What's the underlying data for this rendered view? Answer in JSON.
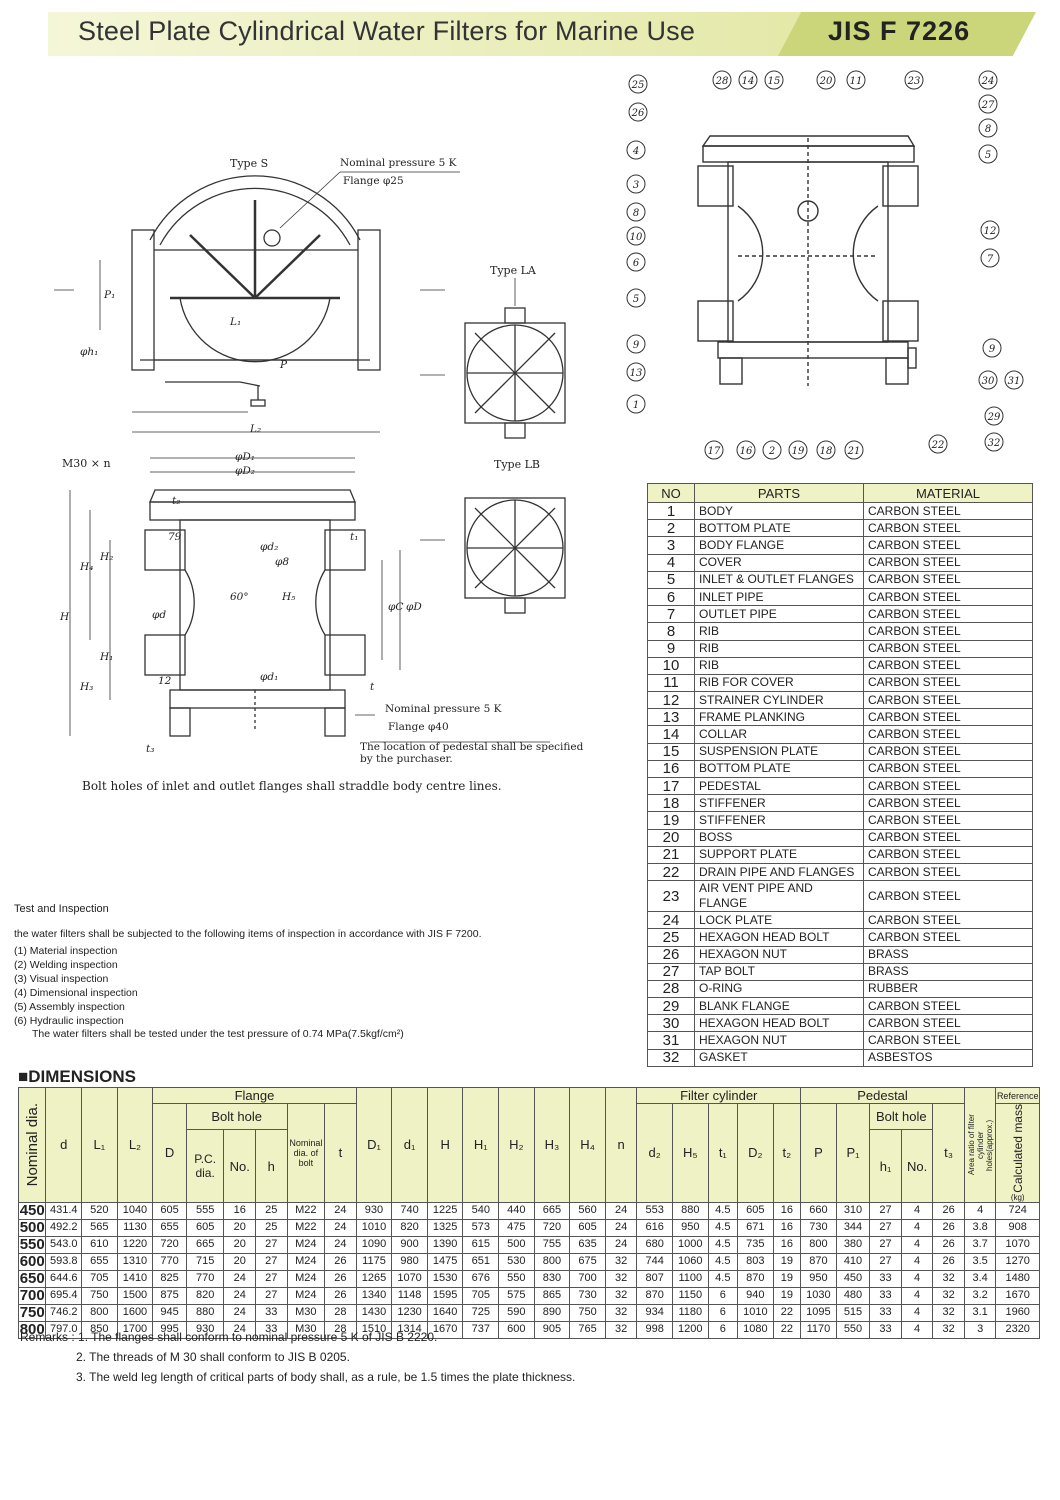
{
  "header": {
    "title": "Steel Plate Cylindrical Water Filters for Marine Use",
    "code": "JIS  F  7226"
  },
  "drawing": {
    "type_s": "Type  S",
    "type_la": "Type  LA",
    "type_lb": "Type  LB",
    "nominal_pressure_top": "Nominal pressure  5 K",
    "flange_top": "Flange   φ25",
    "nominal_pressure_bottom": "Nominal pressure  5 K",
    "flange_bottom": "Flange    φ40",
    "pedestal_note_1": "The location of pedestal shall be specified",
    "pedestal_note_2": "by the purchaser.",
    "m30": "M30 × n",
    "bolt_note": "Bolt holes of inlet and outlet flanges shall straddle body centre lines.",
    "dim_labels": [
      "φD₁",
      "φD₂",
      "φd₂",
      "φ8",
      "60°",
      "φd₁",
      "φC",
      "φD",
      "H",
      "H₄",
      "H₂",
      "H₁",
      "H₃",
      "H₅",
      "t₁",
      "t₂",
      "t₃",
      "t",
      "79",
      "12",
      "L₁",
      "L₂",
      "P",
      "P₁",
      "φh₁",
      "φd"
    ],
    "balloons": [
      "25",
      "26",
      "4",
      "3",
      "8",
      "10",
      "6",
      "5",
      "9",
      "13",
      "1",
      "28",
      "14",
      "15",
      "20",
      "11",
      "23",
      "24",
      "27",
      "8",
      "5",
      "12",
      "7",
      "9",
      "30",
      "31",
      "29",
      "32",
      "17",
      "16",
      "2",
      "19",
      "18",
      "21",
      "22"
    ]
  },
  "parts_table": {
    "headers": [
      "NO",
      "PARTS",
      "MATERIAL"
    ],
    "rows": [
      [
        "1",
        "BODY",
        "CARBON STEEL"
      ],
      [
        "2",
        "BOTTOM PLATE",
        "CARBON STEEL"
      ],
      [
        "3",
        "BODY FLANGE",
        "CARBON STEEL"
      ],
      [
        "4",
        "COVER",
        "CARBON STEEL"
      ],
      [
        "5",
        "INLET & OUTLET FLANGES",
        "CARBON STEEL"
      ],
      [
        "6",
        "INLET PIPE",
        "CARBON STEEL"
      ],
      [
        "7",
        "OUTLET PIPE",
        "CARBON STEEL"
      ],
      [
        "8",
        "RIB",
        "CARBON STEEL"
      ],
      [
        "9",
        "RIB",
        "CARBON STEEL"
      ],
      [
        "10",
        "RIB",
        "CARBON STEEL"
      ],
      [
        "11",
        "RIB FOR COVER",
        "CARBON STEEL"
      ],
      [
        "12",
        "STRAINER CYLINDER",
        "CARBON STEEL"
      ],
      [
        "13",
        "FRAME PLANKING",
        "CARBON STEEL"
      ],
      [
        "14",
        "COLLAR",
        "CARBON STEEL"
      ],
      [
        "15",
        "SUSPENSION PLATE",
        "CARBON STEEL"
      ],
      [
        "16",
        "BOTTOM PLATE",
        "CARBON STEEL"
      ],
      [
        "17",
        "PEDESTAL",
        "CARBON STEEL"
      ],
      [
        "18",
        "STIFFENER",
        "CARBON STEEL"
      ],
      [
        "19",
        "STIFFENER",
        "CARBON STEEL"
      ],
      [
        "20",
        "BOSS",
        "CARBON STEEL"
      ],
      [
        "21",
        "SUPPORT PLATE",
        "CARBON STEEL"
      ],
      [
        "22",
        "DRAIN PIPE AND FLANGES",
        "CARBON STEEL"
      ],
      [
        "23",
        "AIR VENT PIPE AND FLANGE",
        "CARBON STEEL"
      ],
      [
        "24",
        "LOCK PLATE",
        "CARBON STEEL"
      ],
      [
        "25",
        "HEXAGON HEAD BOLT",
        "CARBON STEEL"
      ],
      [
        "26",
        "HEXAGON NUT",
        "BRASS"
      ],
      [
        "27",
        "TAP BOLT",
        "BRASS"
      ],
      [
        "28",
        "O-RING",
        "RUBBER"
      ],
      [
        "29",
        "BLANK FLANGE",
        "CARBON STEEL"
      ],
      [
        "30",
        "HEXAGON HEAD BOLT",
        "CARBON STEEL"
      ],
      [
        "31",
        "HEXAGON NUT",
        "CARBON STEEL"
      ],
      [
        "32",
        "GASKET",
        "ASBESTOS"
      ]
    ]
  },
  "test_inspection": {
    "title": "Test and Inspection",
    "intro": "the water filters shall be subjected to the following items of inspection in accordance with JIS F 7200.",
    "items": [
      "(1) Material inspection",
      "(2) Welding inspection",
      "(3) Visual inspection",
      "(4) Dimensional inspection",
      "(5) Assembly inspection",
      "(6) Hydraulic inspection"
    ],
    "pressure_note": "The water filters shall be tested under the test pressure of 0.74 MPa(7.5kgf/cm²)"
  },
  "dimensions": {
    "title": "■DIMENSIONS",
    "group_flange": "Flange",
    "group_bolt_hole": "Bolt hole",
    "group_filter": "Filter cylinder",
    "group_pedestal": "Pedestal",
    "group_pedestal_bolt": "Bolt hole",
    "reference": "Reference",
    "nominal_dia": "Nominal dia.",
    "col_d": "d",
    "col_L1": "L₁",
    "col_L2": "L₂",
    "col_D": "D",
    "col_pc": "P.C. dia.",
    "col_no": "No.",
    "col_h": "h",
    "col_nombolt": "Nominal dia. of bolt",
    "col_t": "t",
    "col_D1": "D₁",
    "col_d1": "d₁",
    "col_H": "H",
    "col_H1": "H₁",
    "col_H2": "H₂",
    "col_H3": "H₃",
    "col_H4": "H₄",
    "col_n": "n",
    "col_d2": "d₂",
    "col_H5": "H₅",
    "col_t1": "t₁",
    "col_D2": "D₂",
    "col_t2": "t₂",
    "col_P": "P",
    "col_P1": "P₁",
    "col_h1": "h₁",
    "col_pno": "No.",
    "col_t3": "t₃",
    "col_area": "Area ratio of filter cylinder holes(approx.)",
    "col_mass": "Calculated mass",
    "col_kg": "(kg)",
    "rows": [
      [
        "450",
        "431.4",
        "520",
        "1040",
        "605",
        "555",
        "16",
        "25",
        "M22",
        "24",
        "930",
        "740",
        "1225",
        "540",
        "440",
        "665",
        "560",
        "24",
        "553",
        "880",
        "4.5",
        "605",
        "16",
        "660",
        "310",
        "27",
        "4",
        "26",
        "4",
        "724"
      ],
      [
        "500",
        "492.2",
        "565",
        "1130",
        "655",
        "605",
        "20",
        "25",
        "M22",
        "24",
        "1010",
        "820",
        "1325",
        "573",
        "475",
        "720",
        "605",
        "24",
        "616",
        "950",
        "4.5",
        "671",
        "16",
        "730",
        "344",
        "27",
        "4",
        "26",
        "3.8",
        "908"
      ],
      [
        "550",
        "543.0",
        "610",
        "1220",
        "720",
        "665",
        "20",
        "27",
        "M24",
        "24",
        "1090",
        "900",
        "1390",
        "615",
        "500",
        "755",
        "635",
        "24",
        "680",
        "1000",
        "4.5",
        "735",
        "16",
        "800",
        "380",
        "27",
        "4",
        "26",
        "3.7",
        "1070"
      ],
      [
        "600",
        "593.8",
        "655",
        "1310",
        "770",
        "715",
        "20",
        "27",
        "M24",
        "26",
        "1175",
        "980",
        "1475",
        "651",
        "530",
        "800",
        "675",
        "32",
        "744",
        "1060",
        "4.5",
        "803",
        "19",
        "870",
        "410",
        "27",
        "4",
        "26",
        "3.5",
        "1270"
      ],
      [
        "650",
        "644.6",
        "705",
        "1410",
        "825",
        "770",
        "24",
        "27",
        "M24",
        "26",
        "1265",
        "1070",
        "1530",
        "676",
        "550",
        "830",
        "700",
        "32",
        "807",
        "1100",
        "4.5",
        "870",
        "19",
        "950",
        "450",
        "33",
        "4",
        "32",
        "3.4",
        "1480"
      ],
      [
        "700",
        "695.4",
        "750",
        "1500",
        "875",
        "820",
        "24",
        "27",
        "M24",
        "26",
        "1340",
        "1148",
        "1595",
        "705",
        "575",
        "865",
        "730",
        "32",
        "870",
        "1150",
        "6",
        "940",
        "19",
        "1030",
        "480",
        "33",
        "4",
        "32",
        "3.2",
        "1670"
      ],
      [
        "750",
        "746.2",
        "800",
        "1600",
        "945",
        "880",
        "24",
        "33",
        "M30",
        "28",
        "1430",
        "1230",
        "1640",
        "725",
        "590",
        "890",
        "750",
        "32",
        "934",
        "1180",
        "6",
        "1010",
        "22",
        "1095",
        "515",
        "33",
        "4",
        "32",
        "3.1",
        "1960"
      ],
      [
        "800",
        "797.0",
        "850",
        "1700",
        "995",
        "930",
        "24",
        "33",
        "M30",
        "28",
        "1510",
        "1314",
        "1670",
        "737",
        "600",
        "905",
        "765",
        "32",
        "998",
        "1200",
        "6",
        "1080",
        "22",
        "1170",
        "550",
        "33",
        "4",
        "32",
        "3",
        "2320"
      ]
    ]
  },
  "remarks": {
    "label": "Remarks :",
    "items": [
      "1. The flanges shall conform to nominal pressure 5 K of JIS B 2220.",
      "2. The threads of M 30 shall conform to JIS B 0205.",
      "3. The weld leg length of critical parts of body shall, as a rule, be 1.5 times the plate thickness."
    ]
  }
}
